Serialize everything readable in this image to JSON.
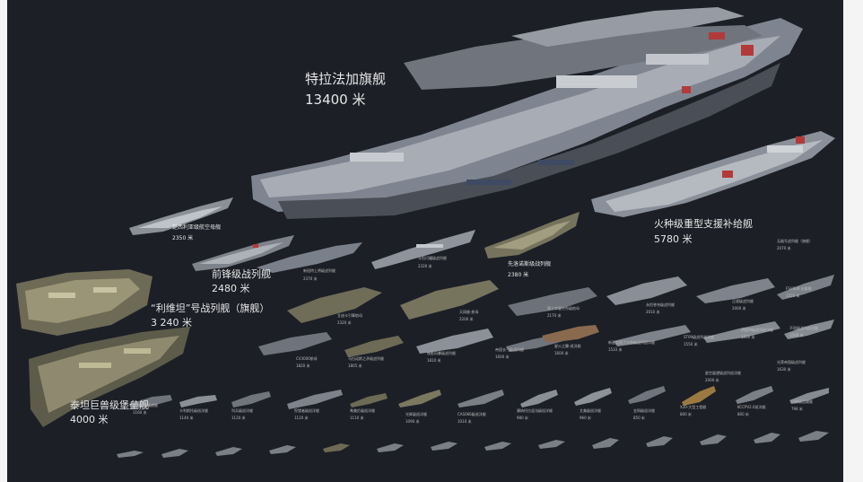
{
  "labels": {
    "flagship": {
      "name": "特拉法加旗舰",
      "length": "13400 米"
    },
    "support": {
      "name": "火种级重型支援补给舰",
      "length": "5780 米"
    },
    "leviathan": {
      "name": "“利维坦”号战列舰（旗舰）",
      "length": "3 240 米"
    },
    "fortress": {
      "name": "泰坦巨兽级堡垒舰",
      "length": "4000 米"
    },
    "vanguard": {
      "name": "前锋级战列舰",
      "length": "2480 米"
    },
    "carrier_a": {
      "name": "楚西利亚级航空母舰",
      "length": "2350 米"
    },
    "raider": {
      "name": "先洛诺斯级战列舰",
      "length": "2380 米"
    },
    "cruiser_a": {
      "name": "新纽特上将级战列舰",
      "length": "2370 米"
    },
    "cruiser_b": {
      "name": "斗恒闪耀级战列舰",
      "length": "2320 米"
    },
    "nameless_r": {
      "name": "无敌号战列舰（旗舰）",
      "length": "2070 米"
    },
    "fsv": {
      "name": "FSV830-支援舰",
      "length": "1520 米"
    },
    "royal": {
      "name": "光荣帝国级战列舰",
      "length": "1630 米"
    },
    "cv3000": {
      "name": "CV3000航母",
      "length": "1820 米"
    },
    "marco": {
      "name": "马拉诺斯之矛级战列舰",
      "length": "1805 米"
    },
    "devil": {
      "name": "泰坦巨兽级战舰",
      "length": "1160 米"
    },
    "capt": {
      "name": "卡利斯托级巡洋舰",
      "length": "1140 米"
    },
    "arc": {
      "name": "列兵级巡洋舰",
      "length": "1120 米"
    },
    "guard": {
      "name": "狩猎者级巡洋舰",
      "length": "1120 米"
    },
    "sky": {
      "name": "希美伦级巡洋舰",
      "length": "1110 米"
    },
    "light": {
      "name": "光辉级巡洋舰",
      "length": "1090 米"
    },
    "cas066": {
      "name": "CAS066级巡洋舰",
      "length": "1010 米"
    },
    "kang": {
      "name": "康纳托拉混沌级巡洋舰",
      "length": "980 米"
    },
    "ayi": {
      "name": "艾美级巡洋舰",
      "length": "960 米"
    },
    "gold": {
      "name": "金铜级巡洋舰",
      "length": "850 米"
    },
    "x20": {
      "name": "X20-大型工程舰",
      "length": "800 米"
    },
    "kccp": {
      "name": "KCCPV2.0巡洋舰",
      "length": "800 米"
    },
    "xun": {
      "name": "迅捷级运输舰",
      "length": "798 米"
    },
    "m1": {
      "name": "艾迪卡引擎航母",
      "length": "2320 米"
    },
    "m2": {
      "name": "天网舰-航母",
      "length": "2200 米"
    },
    "m3": {
      "name": "第十字星方舟级航母",
      "length": "2170 米"
    },
    "m4": {
      "name": "永恒苍穹级战列舰",
      "length": "2010 米"
    },
    "m5": {
      "name": "正规级战列舰",
      "length": "2000 米"
    },
    "m6": {
      "name": "夜影风暴级战列舰",
      "length": "1810 米"
    },
    "m7": {
      "name": "帝国长弓级战列舰",
      "length": "1600 米"
    },
    "m8": {
      "name": "星火之翼-巡洋舰",
      "length": "1600 米"
    },
    "m9": {
      "name": "新星太阳了大帝级战列巡洋舰",
      "length": "1533 米"
    },
    "m10": {
      "name": "ST09级战列巡洋舰",
      "length": "1550 米"
    },
    "m11": {
      "name": "荷斯特级战列巡洋舰",
      "length": "1550 米"
    },
    "m12": {
      "name": "不屈级战列巡洋舰",
      "length": "1500 米"
    },
    "m13": {
      "name": "星空展望级战列巡洋舰",
      "length": "2000 米"
    }
  }
}
